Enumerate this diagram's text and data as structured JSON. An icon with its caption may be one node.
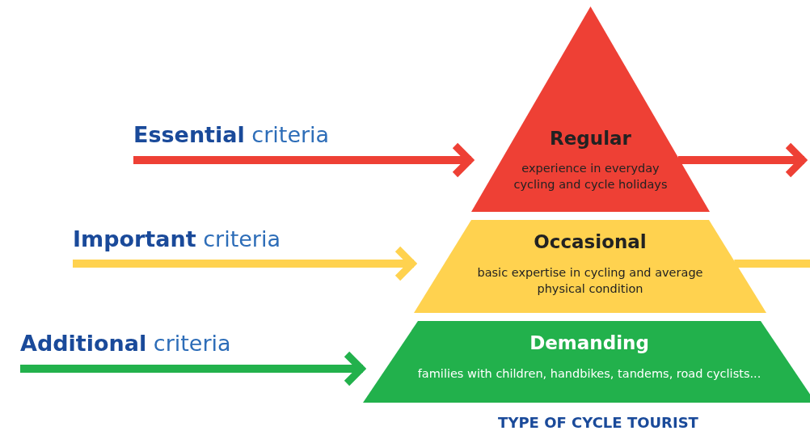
{
  "diagram": {
    "caption": "TYPE OF CYCLE TOURIST",
    "nodes": [
      {
        "text": [
          "**Essential** criteria"
        ]
      },
      {
        "text": [
          "**Important** criteria"
        ]
      },
      {
        "text": [
          "**Additional** criteria"
        ]
      },
      {
        "text": [
          "Regular",
          "experience in everyday cycling and cycle holidays"
        ]
      },
      {
        "text": [
          "Occasional",
          "basic expertise in cycling and average physical condition"
        ]
      },
      {
        "text": [
          "Demanding",
          "families with children, handbikes, tandems, road cyclists..."
        ]
      }
    ],
    "edges": [
      {
        "from": 0,
        "to": 3,
        "arrow": "to",
        "color": "#ee4035"
      },
      {
        "from": 1,
        "to": 4,
        "arrow": "to",
        "color": "#ffd24f"
      },
      {
        "from": 2,
        "to": 5,
        "arrow": "to",
        "color": "#22b14c"
      },
      {
        "from": 3,
        "to": null,
        "arrow": "to",
        "color": "#ee4035"
      },
      {
        "from": 4,
        "to": null,
        "arrow": "none",
        "color": "#ffd24f"
      }
    ]
  }
}
